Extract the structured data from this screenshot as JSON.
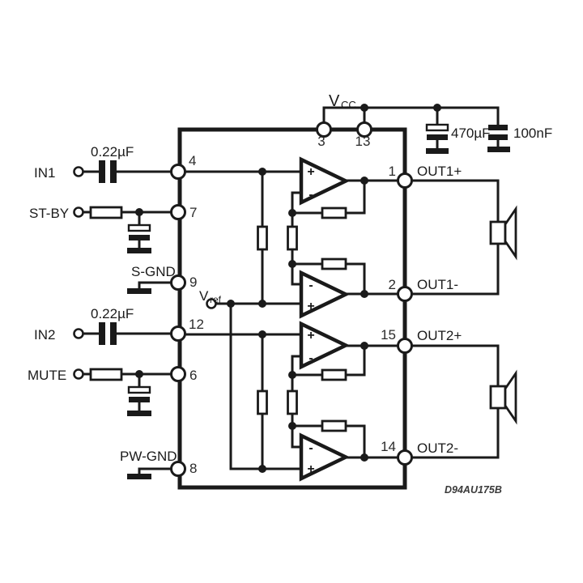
{
  "colors": {
    "ink": "#1a1a1a",
    "background": "#ffffff"
  },
  "power": {
    "vcc_main": "V",
    "vcc_sub": "CC",
    "bulk_cap": "470µF",
    "decoupling_cap": "100nF"
  },
  "top_pins": {
    "p3": "3",
    "p13": "13"
  },
  "left_terminals": {
    "in1": {
      "label": "IN1",
      "cap": "0.22µF",
      "pin": "4"
    },
    "stby": {
      "label": "ST-BY",
      "pin": "7"
    },
    "sgnd": {
      "label": "S-GND",
      "pin": "9"
    },
    "vref": {
      "main": "V",
      "sub": "ref"
    },
    "in2": {
      "label": "IN2",
      "cap": "0.22µF",
      "pin": "12"
    },
    "mute": {
      "label": "MUTE",
      "pin": "6"
    },
    "pwgnd": {
      "label": "PW-GND",
      "pin": "8"
    }
  },
  "right_pins": {
    "out1p": {
      "pin": "1",
      "label": "OUT1+"
    },
    "out1m": {
      "pin": "2",
      "label": "OUT1-"
    },
    "out2p": {
      "pin": "15",
      "label": "OUT2+"
    },
    "out2m": {
      "pin": "14",
      "label": "OUT2-"
    }
  },
  "opamps": {
    "plus": "+",
    "minus": "-"
  },
  "footer": {
    "drawing_code": "D94AU175B"
  }
}
